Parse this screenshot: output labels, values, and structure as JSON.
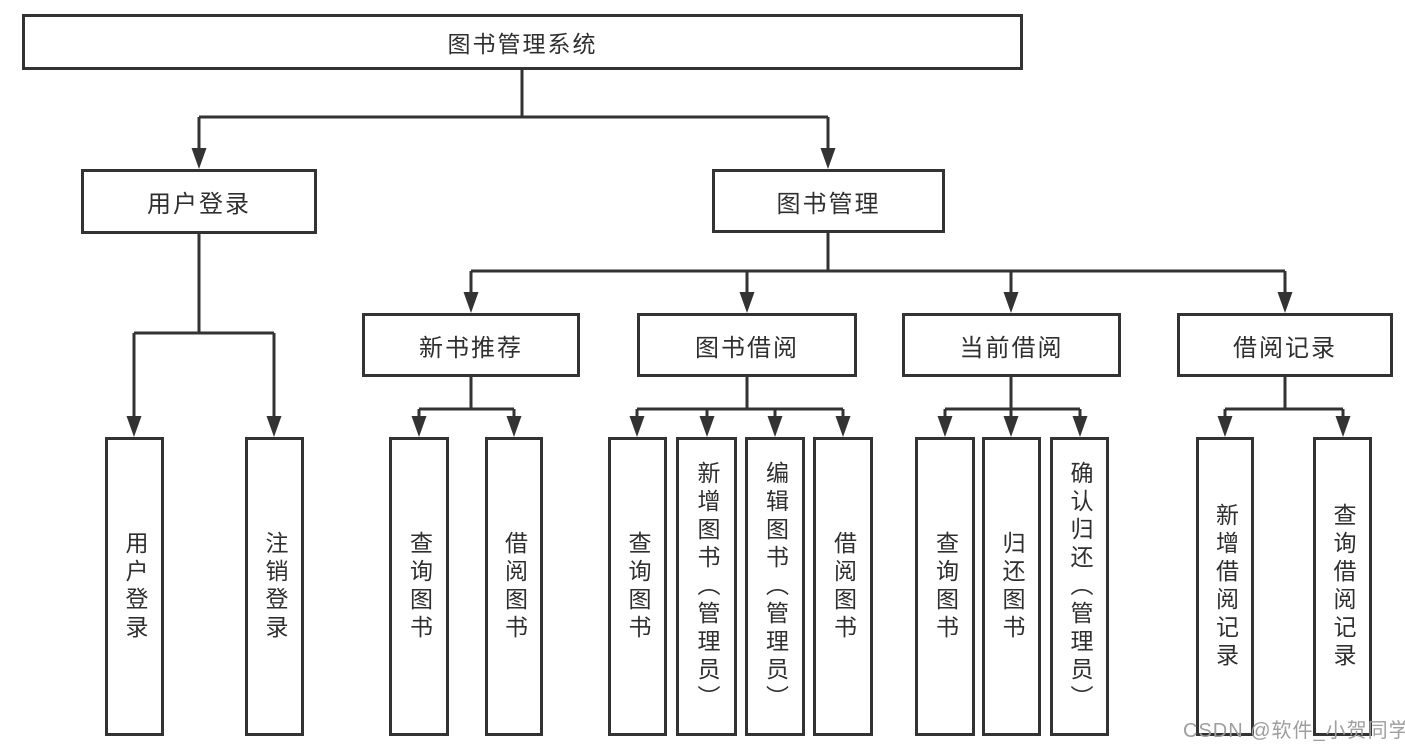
{
  "title": "图书管理系统",
  "tree": {
    "root": "图书管理系统",
    "branches": [
      {
        "label": "用户登录",
        "children": [
          "用户登录",
          "注销登录"
        ]
      },
      {
        "label": "图书管理",
        "groups": [
          {
            "label": "新书推荐",
            "children": [
              "查询图书",
              "借阅图书"
            ]
          },
          {
            "label": "图书借阅",
            "children": [
              "查询图书",
              "新增图书（管理员）",
              "编辑图书（管理员）",
              "借阅图书"
            ]
          },
          {
            "label": "当前借阅",
            "children": [
              "查询图书",
              "归还图书",
              "确认归还（管理员）"
            ]
          },
          {
            "label": "借阅记录",
            "children": [
              "新增借阅记录",
              "查询借阅记录"
            ]
          }
        ]
      }
    ]
  },
  "watermark": "CSDN @软件_小贺同学",
  "colors": {
    "line": "#333333",
    "text": "#2f2f2f",
    "watermark": "#9e9e9e",
    "background": "#ffffff"
  }
}
